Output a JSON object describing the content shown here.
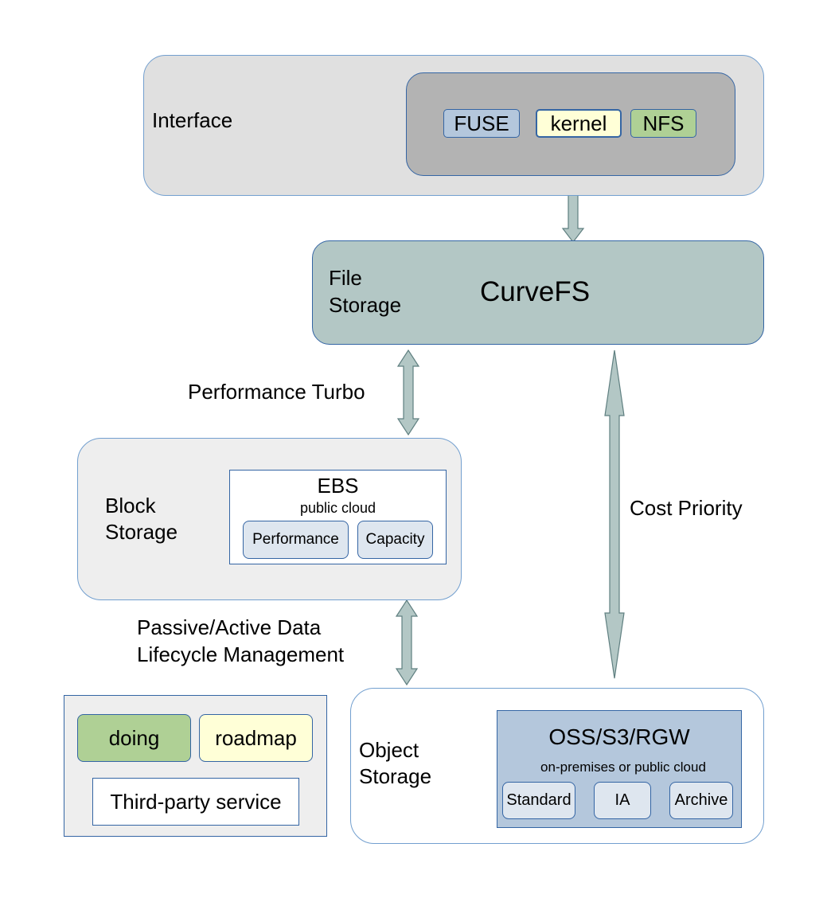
{
  "interface": {
    "label": "Interface",
    "items": [
      "FUSE",
      "kernel",
      "NFS"
    ]
  },
  "file_storage": {
    "label_line1": "File",
    "label_line2": "Storage",
    "name": "CurveFS"
  },
  "links": {
    "performance_turbo": "Performance Turbo",
    "cost_priority": "Cost Priority",
    "lifecycle_line1": "Passive/Active Data",
    "lifecycle_line2": "Lifecycle Management"
  },
  "block_storage": {
    "label_line1": "Block",
    "label_line2": "Storage",
    "ebs_title": "EBS",
    "ebs_subtitle": "public cloud",
    "tiers": [
      "Performance",
      "Capacity"
    ]
  },
  "object_storage": {
    "label_line1": "Object",
    "label_line2": "Storage",
    "oss_title": "OSS/S3/RGW",
    "oss_subtitle": "on-premises or public cloud",
    "tiers": [
      "Standard",
      "IA",
      "Archive"
    ]
  },
  "legend": {
    "doing": "doing",
    "roadmap": "roadmap",
    "third_party": "Third-party service"
  },
  "colors": {
    "panel_gray": "#e0e0e0",
    "inner_gray": "#b3b3b3",
    "fuse_blue": "#b4c7dc",
    "kernel_yellow": "#ffffd7",
    "nfs_green": "#afd095",
    "curvefs_teal": "#b3c7c5",
    "light_panel": "#eeeeee",
    "oss_blue": "#b4c7dc",
    "tier_gray": "#dee6ef",
    "border_blue": "#3465a4"
  }
}
